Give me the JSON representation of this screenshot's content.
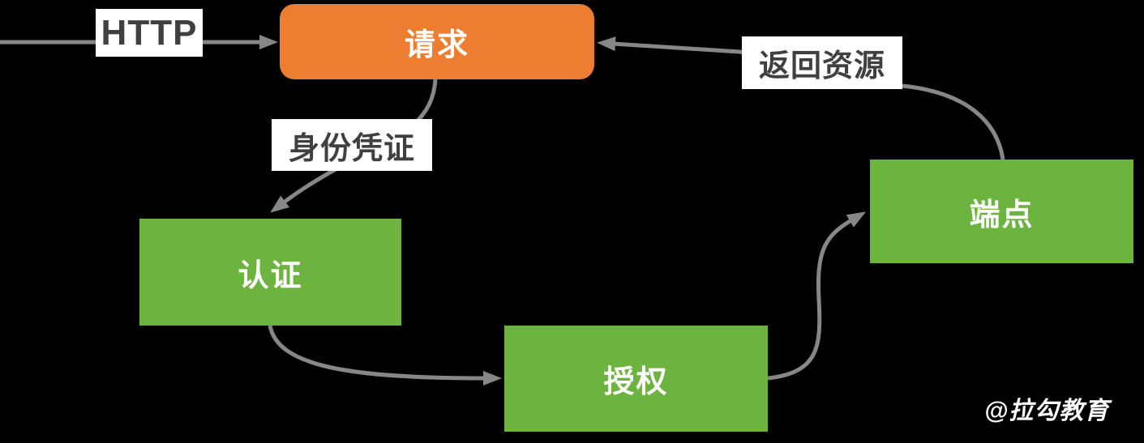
{
  "diagram": {
    "colors": {
      "background": "#000000",
      "request_fill": "#ED7D31",
      "step_fill": "#6DB33F",
      "connector": "#878787",
      "edge_label_bg": "#FFFFFF",
      "edge_label_text": "#404040",
      "node_text": "#FFFFFF"
    },
    "nodes": [
      {
        "id": "request",
        "label": "请求",
        "shape": "rounded-rectangle",
        "fill": "#ED7D31"
      },
      {
        "id": "authentication",
        "label": "认证",
        "shape": "rectangle",
        "fill": "#6DB33F"
      },
      {
        "id": "authorization",
        "label": "授权",
        "shape": "rectangle",
        "fill": "#6DB33F"
      },
      {
        "id": "endpoint",
        "label": "端点",
        "shape": "rectangle",
        "fill": "#6DB33F"
      }
    ],
    "edge_labels": [
      {
        "id": "http",
        "text": "HTTP"
      },
      {
        "id": "credentials",
        "text": "身份凭证"
      },
      {
        "id": "return-resource",
        "text": "返回资源"
      }
    ],
    "edges": [
      {
        "from": "client",
        "to": "request",
        "label": "HTTP"
      },
      {
        "from": "request",
        "to": "authentication",
        "label": "身份凭证"
      },
      {
        "from": "authentication",
        "to": "authorization",
        "label": ""
      },
      {
        "from": "authorization",
        "to": "endpoint",
        "label": ""
      },
      {
        "from": "endpoint",
        "to": "request",
        "label": "返回资源"
      }
    ],
    "watermark": "@拉勾教育"
  }
}
